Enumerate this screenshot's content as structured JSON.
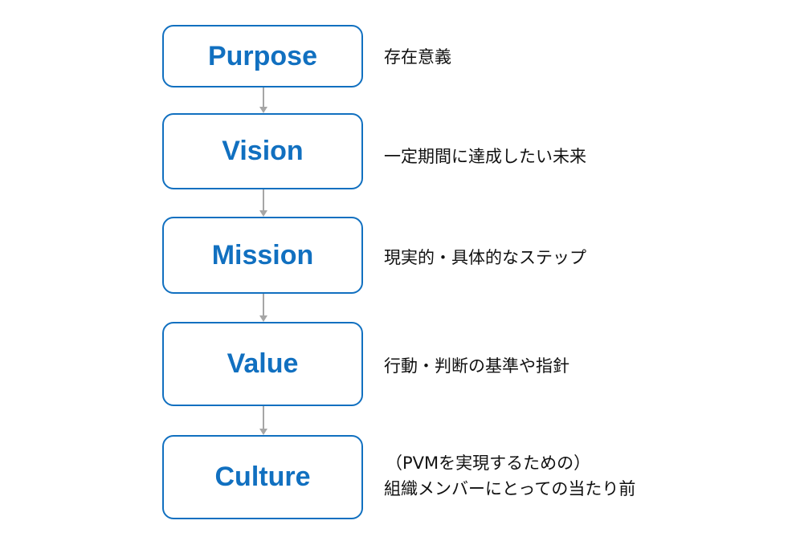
{
  "steps": [
    {
      "label": "Purpose",
      "description": "存在意義"
    },
    {
      "label": "Vision",
      "description": "一定期間に達成したい未来"
    },
    {
      "label": "Mission",
      "description": "現実的・具体的なステップ"
    },
    {
      "label": "Value",
      "description": "行動・判断の基準や指針"
    },
    {
      "label": "Culture",
      "description_line1": "（PVMを実現するための）",
      "description_line2": "組織メンバーにとっての当たり前"
    }
  ],
  "colors": {
    "box_border": "#1170c0",
    "box_text": "#1170c0",
    "connector": "#a6a6a6",
    "description_text": "#111111"
  }
}
